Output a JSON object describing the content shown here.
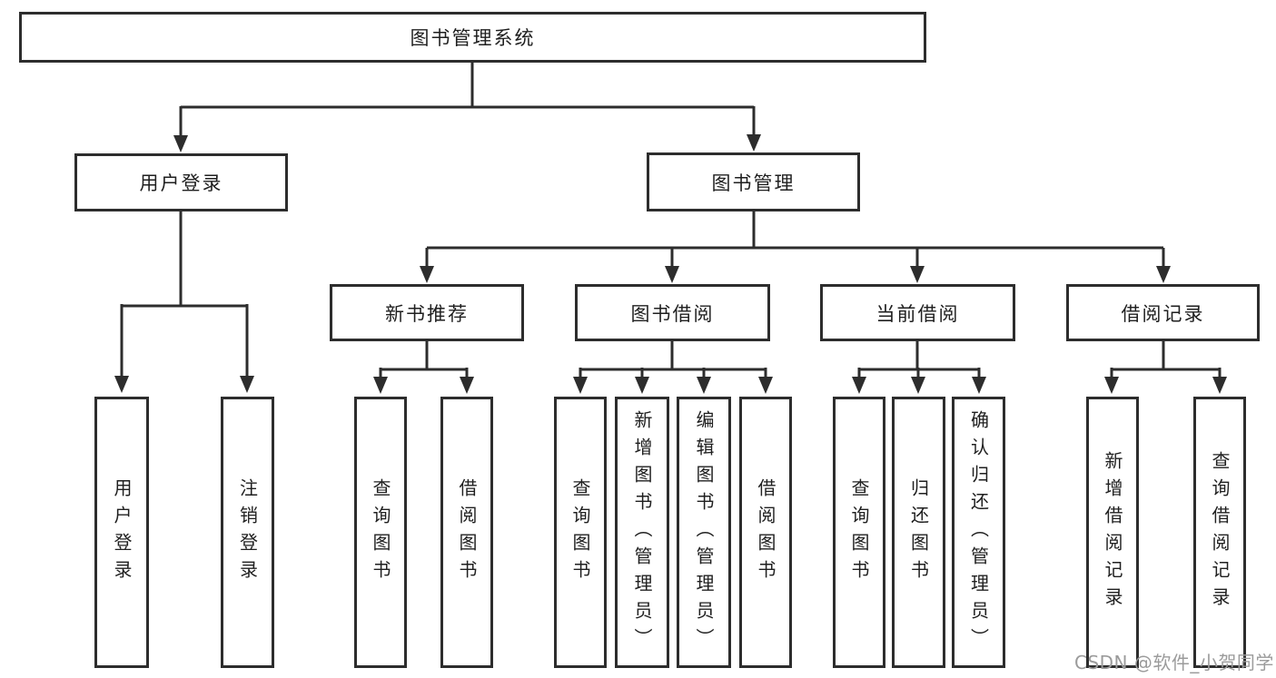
{
  "diagram": {
    "title_node": {
      "label": "图书管理系统"
    },
    "level2": [
      {
        "label": "用户登录"
      },
      {
        "label": "图书管理"
      }
    ],
    "level3": [
      {
        "label": "新书推荐"
      },
      {
        "label": "图书借阅"
      },
      {
        "label": "当前借阅"
      },
      {
        "label": "借阅记录"
      }
    ],
    "leaves": [
      {
        "label": "用户登录"
      },
      {
        "label": "注销登录"
      },
      {
        "label": "查询图书"
      },
      {
        "label": "借阅图书"
      },
      {
        "label": "查询图书"
      },
      {
        "label": "新增图书（管理员）"
      },
      {
        "label": "编辑图书（管理员）"
      },
      {
        "label": "借阅图书"
      },
      {
        "label": "查询图书"
      },
      {
        "label": "归还图书"
      },
      {
        "label": "确认归还（管理员）"
      },
      {
        "label": "新增借阅记录"
      },
      {
        "label": "查询借阅记录"
      }
    ]
  },
  "watermark": {
    "text": "CSDN @软件_小贺同学"
  },
  "colors": {
    "line": "#2d2d2d",
    "node_border": "#2d2d2d",
    "node_background": "#ffffff",
    "text": "#1f1f1f",
    "watermark": "#9b9b9b"
  }
}
